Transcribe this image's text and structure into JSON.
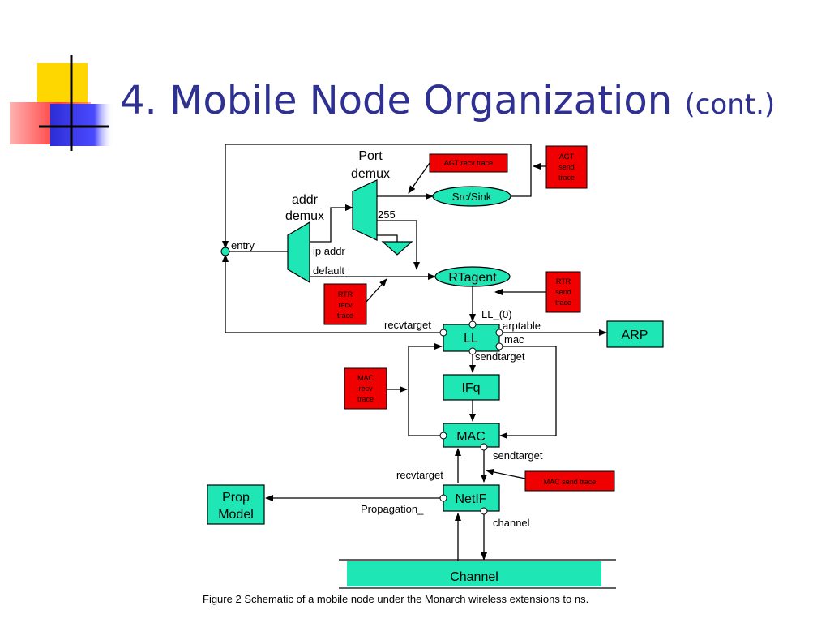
{
  "slide": {
    "title": "4. Mobile Node Organization",
    "title_suffix": "(cont.)"
  },
  "diagram": {
    "port_demux_label": [
      "Port",
      "demux"
    ],
    "addr_demux_label": [
      "addr",
      "demux"
    ],
    "agt_recv_trace": "AGT recv trace",
    "agt_send_trace": [
      "AGT",
      "send",
      "trace"
    ],
    "src_sink": "Src/Sink",
    "port_255": "255",
    "entry": "entry",
    "ip_addr": "ip addr",
    "default": "default",
    "rtagent": "RTagent",
    "rtr_recv_trace": [
      "RTR",
      "recv",
      "trace"
    ],
    "rtr_send_trace": [
      "RTR",
      "send",
      "trace"
    ],
    "ll_0": "LL_(0)",
    "recvtarget_ll": "recvtarget",
    "arptable": "arptable",
    "mac_label": "mac",
    "ll": "LL",
    "sendtarget_ll": "sendtarget",
    "arp": "ARP",
    "mac_recv_trace": [
      "MAC",
      "recv",
      "trace"
    ],
    "ifq": "IFq",
    "mac": "MAC",
    "sendtarget_mac": "sendtarget",
    "mac_send_trace": "MAC send trace",
    "recvtarget_netif": "recvtarget",
    "prop_model": [
      "Prop",
      "Model"
    ],
    "propagation": "Propagation_",
    "netif": "NetIF",
    "channel_label": "channel",
    "channel": "Channel"
  },
  "caption": {
    "figure": "Figure 2",
    "text": "Schematic of a mobile node under the Monarch wireless extensions to ns."
  },
  "colors": {
    "title": "#2e3192",
    "component_fill": "#1ee6b4",
    "trace_fill": "#f00000",
    "logo_yellow": "#ffd700",
    "logo_red": "#ff3b3b",
    "logo_blue": "#2d2dd6"
  }
}
